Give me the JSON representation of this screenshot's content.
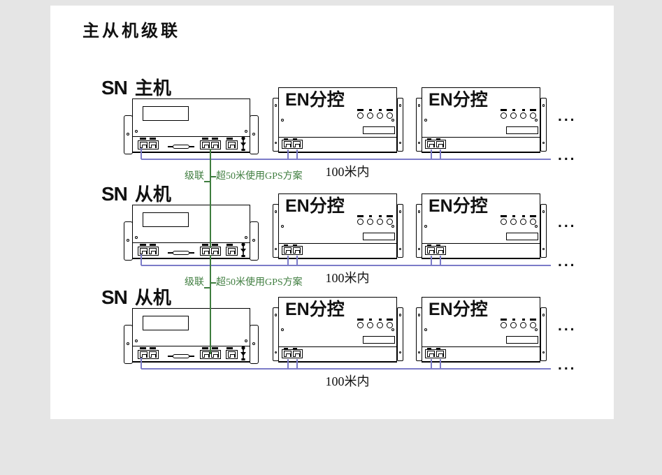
{
  "page": {
    "background": "#e5e5e5",
    "canvas_background": "#ffffff"
  },
  "title": "主从机级联",
  "colors": {
    "data_line": "#7b7bc8",
    "cascade": "#3f7d3f",
    "outline": "#000000"
  },
  "labels": {
    "en_controller": "EN分控",
    "distance": "100米内",
    "cascade": "级联",
    "gps_note": "超50米使用GPS方案",
    "more": "..."
  },
  "rows": [
    {
      "prefix": "SN",
      "name": "主机"
    },
    {
      "prefix": "SN",
      "name": "从机"
    },
    {
      "prefix": "SN",
      "name": "从机"
    }
  ]
}
